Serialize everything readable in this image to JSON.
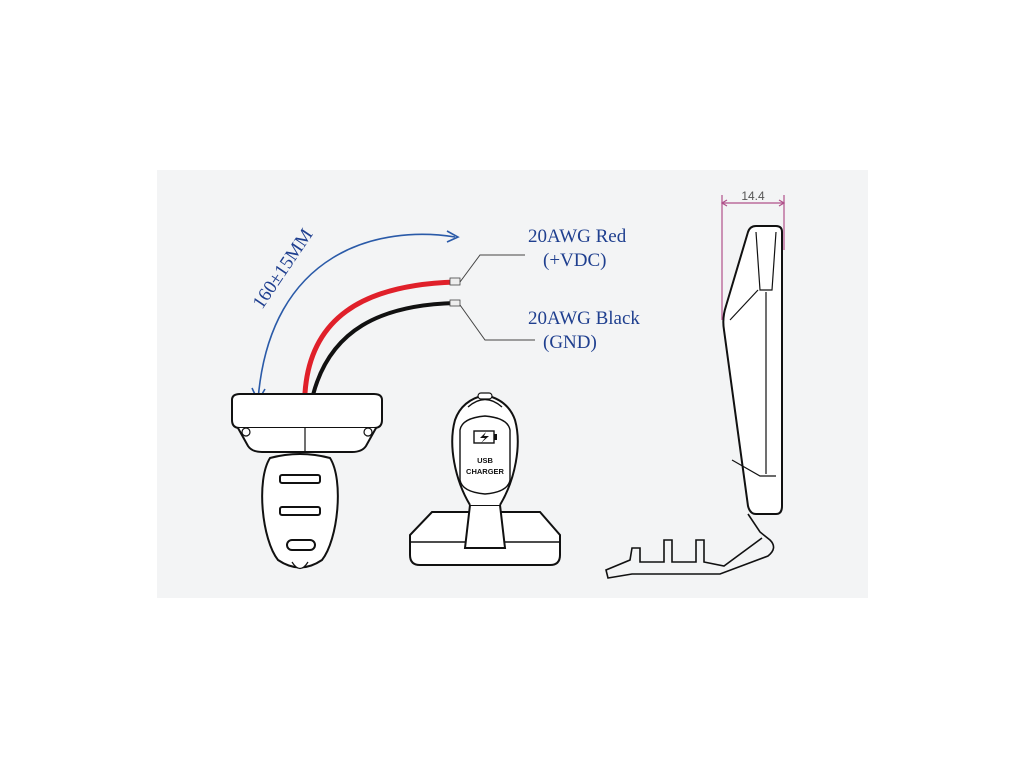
{
  "diagram": {
    "length_label": "160±15MM",
    "wire_red": {
      "label": "20AWG Red",
      "sub_label": "(+VDC)",
      "color": "#e0202a"
    },
    "wire_black": {
      "label": "20AWG Black",
      "sub_label": "(GND)",
      "color": "#111111"
    },
    "thickness_label": "14.4",
    "device_text_line1": "USB",
    "device_text_line2": "CHARGER",
    "annotation_color": "#2a5aa8",
    "dimension_color": "#b0508a"
  }
}
